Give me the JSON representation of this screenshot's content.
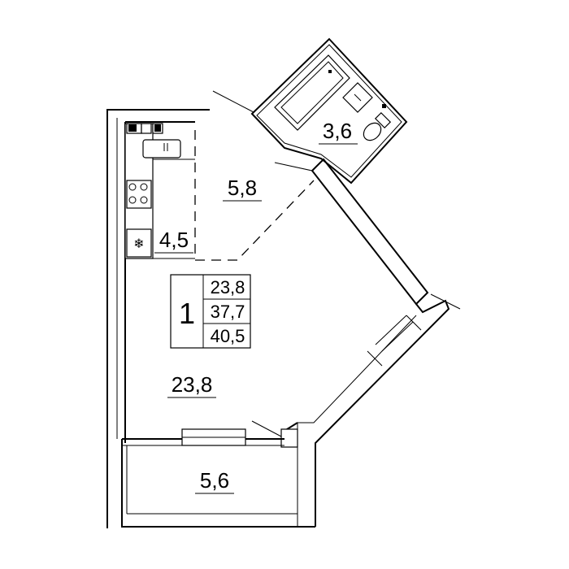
{
  "rooms": {
    "bathroom_area": "3,6",
    "hallway_area": "5,8",
    "kitchen_area": "4,5",
    "living_area": "23,8",
    "balcony_area": "5,6"
  },
  "summary": {
    "rooms_count": "1",
    "living_area": "23,8",
    "total_area": "37,7",
    "total_with_balcony": "40,5"
  }
}
